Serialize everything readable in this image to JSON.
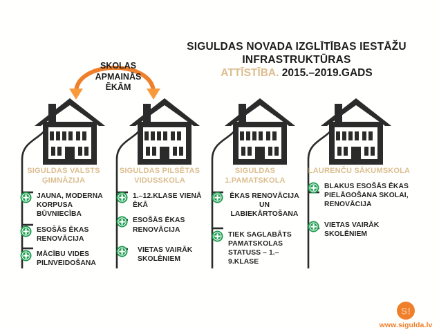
{
  "colors": {
    "orange": "#ef7f2a",
    "tan": "#dcbd8e",
    "dark": "#2b2b2b",
    "green": "#1a9c4c",
    "text": "#232323",
    "background": "#ffffff"
  },
  "title": {
    "line1": "SIGULDAS NOVADA IZGLĪTĪBAS IESTĀŽU",
    "line2": "INFRASTRUKTŪRAS",
    "accent": "ATTĪSTĪBA.",
    "period": "2015.–2019.GADS"
  },
  "callout": {
    "line1": "SKOLAS",
    "line2": "APMAINĀS",
    "line3": "ĒKĀM"
  },
  "columns": [
    {
      "heading": "SIGULDAS VALSTS ĢIMNĀZIJA",
      "items": [
        "JAUNA, MODERNA KORPUSA BŪVNIECĪBA",
        "ESOŠĀS ĒKAS RENOVĀCIJA",
        "MĀCĪBU VIDES PILNVEIDOŠANA"
      ]
    },
    {
      "heading": "SIGULDAS PILSĒTAS VIDUSSKOLA",
      "items": [
        "1.–12.KLASE VIENĀ ĒKĀ",
        "ESOŠĀS ĒKAS RENOVĀCIJA",
        "VIETAS VAIRĀK SKOLĒNIEM"
      ]
    },
    {
      "heading": "SIGULDAS 1.PAMATSKOLA",
      "items": [
        "ĒKAS RENOVĀCIJA UN LABIEKĀRTOŠANA",
        "TIEK SAGLABĀTS PAMATSKOLAS STATUSS – 1.–9.KLASE"
      ]
    },
    {
      "heading": "LAURENČU SĀKUMSKOLA",
      "items": [
        "BLAKUS ESOŠĀS ĒKAS PIELĀGOŠANA SKOLAI, RENOVĀCIJA",
        "VIETAS VAIRĀK SKOLĒNIEM"
      ]
    }
  ],
  "logo": {
    "mark": "S!",
    "url": "www.sigulda.lv"
  },
  "icons": {
    "plus": "plus-circle-icon",
    "house": "house-icon",
    "arrow": "double-arrow-icon"
  }
}
